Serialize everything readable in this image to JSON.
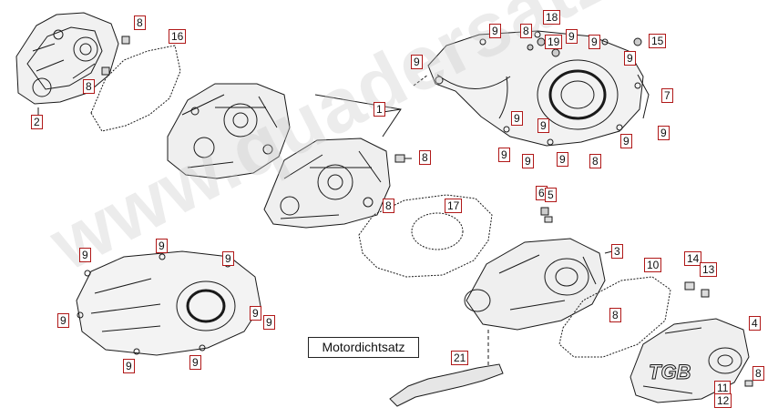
{
  "diagram": {
    "kit_label": "Motordichtsatz",
    "watermark": "www.quadersatzteile.de",
    "callouts": [
      {
        "id": "c2",
        "text": "2"
      },
      {
        "id": "c8a",
        "text": "8"
      },
      {
        "id": "c8b",
        "text": "8"
      },
      {
        "id": "c16",
        "text": "16"
      },
      {
        "id": "c1",
        "text": "1"
      },
      {
        "id": "c8c",
        "text": "8"
      },
      {
        "id": "c8d",
        "text": "8"
      },
      {
        "id": "c9a",
        "text": "9"
      },
      {
        "id": "c9b",
        "text": "9"
      },
      {
        "id": "c8e",
        "text": "8"
      },
      {
        "id": "c18",
        "text": "18"
      },
      {
        "id": "c19",
        "text": "19"
      },
      {
        "id": "c9c",
        "text": "9"
      },
      {
        "id": "c9d",
        "text": "9"
      },
      {
        "id": "c15",
        "text": "15"
      },
      {
        "id": "c9e",
        "text": "9"
      },
      {
        "id": "c7",
        "text": "7"
      },
      {
        "id": "c9f",
        "text": "9"
      },
      {
        "id": "c9g",
        "text": "9"
      },
      {
        "id": "c9h",
        "text": "9"
      },
      {
        "id": "c9i",
        "text": "9"
      },
      {
        "id": "c9j",
        "text": "9"
      },
      {
        "id": "c9k",
        "text": "9"
      },
      {
        "id": "c8f",
        "text": "8"
      },
      {
        "id": "c9l",
        "text": "9"
      },
      {
        "id": "c17",
        "text": "17"
      },
      {
        "id": "c6",
        "text": "6"
      },
      {
        "id": "c5",
        "text": "5"
      },
      {
        "id": "c3",
        "text": "3"
      },
      {
        "id": "c9m",
        "text": "9"
      },
      {
        "id": "c9n",
        "text": "9"
      },
      {
        "id": "c9o",
        "text": "9"
      },
      {
        "id": "c9p",
        "text": "9"
      },
      {
        "id": "c9q",
        "text": "9"
      },
      {
        "id": "c9r",
        "text": "9"
      },
      {
        "id": "c9s",
        "text": "9"
      },
      {
        "id": "c9t",
        "text": "9"
      },
      {
        "id": "c10",
        "text": "10"
      },
      {
        "id": "c14",
        "text": "14"
      },
      {
        "id": "c13",
        "text": "13"
      },
      {
        "id": "c8g",
        "text": "8"
      },
      {
        "id": "c4",
        "text": "4"
      },
      {
        "id": "c21",
        "text": "21"
      },
      {
        "id": "c8h",
        "text": "8"
      },
      {
        "id": "c11",
        "text": "11"
      },
      {
        "id": "c12",
        "text": "12"
      }
    ]
  }
}
